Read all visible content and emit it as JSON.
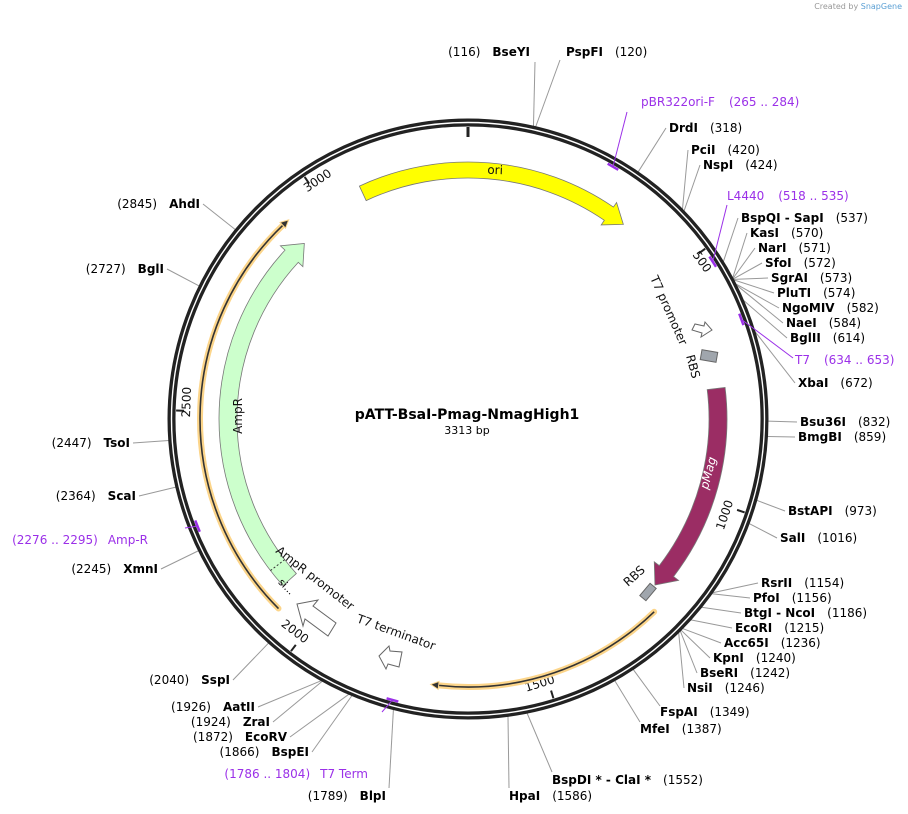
{
  "credit": {
    "prefix": "Created by",
    "brand": "SnapGene"
  },
  "plasmid": {
    "name": "pATT-BsaI-Pmag-NmagHigh1",
    "size_label": "3313 bp",
    "length": 3313
  },
  "ticks": [
    "500",
    "1000",
    "1500",
    "2000",
    "2500",
    "3000"
  ],
  "colors": {
    "ori": "#ffff00",
    "pMag": "#9b2d64",
    "AmpR": "#ccffcc",
    "primer": "#9b30e8",
    "orf": "#fcd58a",
    "rbs": "#a0a6ad"
  },
  "features": {
    "ori": "ori",
    "pMag": "pMag",
    "AmpR": "AmpR",
    "signal": "si...",
    "t7_promoter": "T7 promoter",
    "rbs1": "RBS",
    "rbs2": "RBS",
    "ampr_promoter": "AmpR promoter",
    "t7_terminator": "T7 terminator"
  },
  "primers": [
    {
      "name": "pBR322ori-F",
      "range": "(265 .. 284)",
      "pos": 275
    },
    {
      "name": "L4440",
      "range": "(518 .. 535)",
      "pos": 527
    },
    {
      "name": "T7",
      "range": "(634 .. 653)",
      "pos": 644
    },
    {
      "name": "Amp-R",
      "range": "(2276 .. 2295)",
      "pos": 2286
    },
    {
      "name": "T7 Term",
      "range": "(1786 .. 1804)",
      "pos": 1795
    }
  ],
  "enzymes": [
    {
      "name": "BseYI",
      "pos": "(116)",
      "bp": 116
    },
    {
      "name": "PspFI",
      "pos": "(120)",
      "bp": 120
    },
    {
      "name": "DrdI",
      "pos": "(318)",
      "bp": 318
    },
    {
      "name": "PciI",
      "pos": "(420)",
      "bp": 420
    },
    {
      "name": "NspI",
      "pos": "(424)",
      "bp": 424
    },
    {
      "name": "BspQI  - SapI",
      "pos": "(537)",
      "bp": 537
    },
    {
      "name": "KasI",
      "pos": "(570)",
      "bp": 570
    },
    {
      "name": "NarI",
      "pos": "(571)",
      "bp": 571
    },
    {
      "name": "SfoI",
      "pos": "(572)",
      "bp": 572
    },
    {
      "name": "SgrAI",
      "pos": "(573)",
      "bp": 573
    },
    {
      "name": "PluTI",
      "pos": "(574)",
      "bp": 574
    },
    {
      "name": "NgoMIV",
      "pos": "(582)",
      "bp": 582
    },
    {
      "name": "NaeI",
      "pos": "(584)",
      "bp": 584
    },
    {
      "name": "BglII",
      "pos": "(614)",
      "bp": 614
    },
    {
      "name": "XbaI",
      "pos": "(672)",
      "bp": 672
    },
    {
      "name": "Bsu36I",
      "pos": "(832)",
      "bp": 832
    },
    {
      "name": "BmgBI",
      "pos": "(859)",
      "bp": 859
    },
    {
      "name": "BstAPI",
      "pos": "(973)",
      "bp": 973
    },
    {
      "name": "SalI",
      "pos": "(1016)",
      "bp": 1016
    },
    {
      "name": "RsrII",
      "pos": "(1154)",
      "bp": 1154
    },
    {
      "name": "PfoI",
      "pos": "(1156)",
      "bp": 1156
    },
    {
      "name": "BtgI  - NcoI",
      "pos": "(1186)",
      "bp": 1186
    },
    {
      "name": "EcoRI",
      "pos": "(1215)",
      "bp": 1215
    },
    {
      "name": "Acc65I",
      "pos": "(1236)",
      "bp": 1236
    },
    {
      "name": "KpnI",
      "pos": "(1240)",
      "bp": 1240
    },
    {
      "name": "BseRI",
      "pos": "(1242)",
      "bp": 1242
    },
    {
      "name": "NsiI",
      "pos": "(1246)",
      "bp": 1246
    },
    {
      "name": "FspAI",
      "pos": "(1349)",
      "bp": 1349
    },
    {
      "name": "MfeI",
      "pos": "(1387)",
      "bp": 1387
    },
    {
      "name": "BspDI * - ClaI *",
      "pos": "(1552)",
      "bp": 1552
    },
    {
      "name": "HpaI",
      "pos": "(1586)",
      "bp": 1586
    },
    {
      "name": "BlpI",
      "pos": "(1789)",
      "bp": 1789
    },
    {
      "name": "BspEI",
      "pos": "(1866)",
      "bp": 1866
    },
    {
      "name": "EcoRV",
      "pos": "(1872)",
      "bp": 1872
    },
    {
      "name": "ZraI",
      "pos": "(1924)",
      "bp": 1924
    },
    {
      "name": "AatII",
      "pos": "(1926)",
      "bp": 1926
    },
    {
      "name": "SspI",
      "pos": "(2040)",
      "bp": 2040
    },
    {
      "name": "XmnI",
      "pos": "(2245)",
      "bp": 2245
    },
    {
      "name": "ScaI",
      "pos": "(2364)",
      "bp": 2364
    },
    {
      "name": "TsoI",
      "pos": "(2447)",
      "bp": 2447
    },
    {
      "name": "BglI",
      "pos": "(2727)",
      "bp": 2727
    },
    {
      "name": "AhdI",
      "pos": "(2845)",
      "bp": 2845
    }
  ]
}
